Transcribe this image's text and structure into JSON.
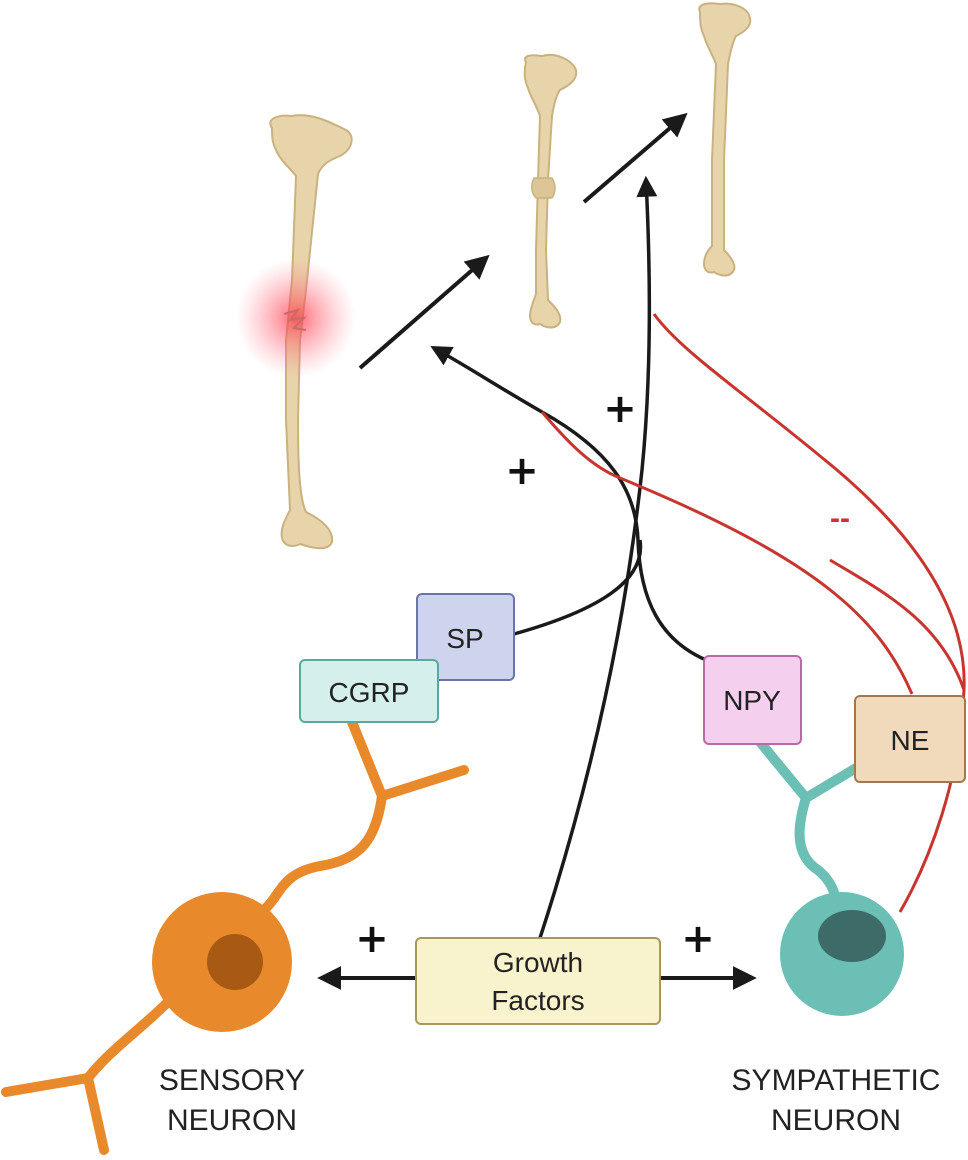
{
  "colors": {
    "sensory": "#e8892b",
    "sensory_nucleus": "#a85a14",
    "sympathetic": "#6bbfb5",
    "sympathetic_nucleus": "#3d6b68",
    "bone": "#e8d4aa",
    "bone_edge": "#c9b27f",
    "inhibit": "#c8352e",
    "arrow": "#1a1a1a",
    "fracture_glow": "#ff4d5a"
  },
  "bones": {
    "fractured": "fractured-bone",
    "healing": "healing-bone",
    "healed": "healed-bone"
  },
  "boxes": {
    "cgrp": "CGRP",
    "sp": "SP",
    "npy": "NPY",
    "ne": "NE",
    "growth_factors_line1": "Growth",
    "growth_factors_line2": "Factors"
  },
  "signs": {
    "plus_left": "+",
    "plus_right": "+",
    "plus_sp": "+",
    "plus_center": "+",
    "minus_red": "--"
  },
  "neurons": {
    "sensory_line1": "SENSORY",
    "sensory_line2": "NEURON",
    "sympathetic_line1": "SYMPATHETIC",
    "sympathetic_line2": "NEURON"
  }
}
